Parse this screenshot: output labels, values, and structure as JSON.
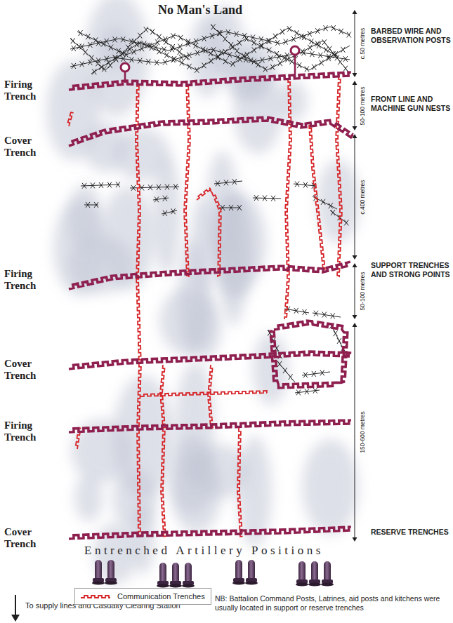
{
  "diagram": {
    "labels": [
      "No Man's Land",
      "Firing Trench",
      "Cover Trench",
      "Firing Trench",
      "Cover Trench",
      "Firing Trench",
      "Cover Trench",
      "BARBED WIRE AND OBSERVATION POSTS",
      "FRONT LINE AND MACHINE GUN NESTS",
      "SUPPORT TRENCHES AND STRONG POINTS",
      "RESERVE TRENCHES",
      "c.50 metres",
      "50-100 metres",
      "c.400 metres",
      "50-100 metres",
      "150-600 metres",
      "Entrenched Artillery Positions",
      "To supply lines and Casualty Clearing Station",
      "NB: Battalion Command Posts, Latrines, aid posts and kitchens were usually located in support or reserve trenches"
    ],
    "legend": [
      {
        "text": "Communication Trenches"
      }
    ]
  }
}
